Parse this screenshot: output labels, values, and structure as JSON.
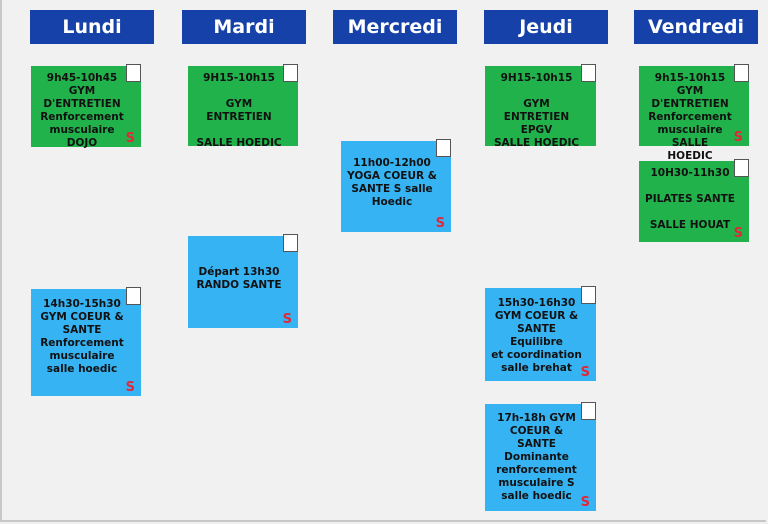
{
  "days": {
    "lundi": "Lundi",
    "mardi": "Mardi",
    "mercredi": "Mercredi",
    "jeudi": "Jeudi",
    "vendredi": "Vendredi"
  },
  "colors": {
    "header": "#1541a8",
    "green_card": "#21b24c",
    "blue_card": "#36b3f3",
    "s_mark": "#e0283a"
  },
  "cards": {
    "lundi_1": {
      "text": "9h45-10h45\nGYM D'ENTRETIEN\nRenforcement\nmusculaire\nDOJO",
      "mark": "S"
    },
    "lundi_2": {
      "text": "14h30-15h30\nGYM COEUR &\nSANTE\nRenforcement\nmusculaire\nsalle hoedic",
      "mark": "S"
    },
    "mardi_1": {
      "text": "9H15-10h15\n\nGYM ENTRETIEN\n\nSALLE HOEDIC",
      "mark": ""
    },
    "mardi_2": {
      "text": "Départ 13h30\nRANDO SANTE",
      "mark": "S"
    },
    "mercredi_1": {
      "text": "11h00-12h00\nYOGA COEUR &\nSANTE S salle\nHoedic",
      "mark": "S"
    },
    "jeudi_1": {
      "text": "9H15-10h15\n\nGYM ENTRETIEN\nEPGV\nSALLE HOEDIC",
      "mark": ""
    },
    "jeudi_2": {
      "text": "15h30-16h30\nGYM COEUR &\nSANTE Equilibre\net coordination\nsalle brehat",
      "mark": "S"
    },
    "jeudi_3": {
      "text": "17h-18h GYM\nCOEUR & SANTE\nDominante\nrenforcement\nmusculaire S\nsalle hoedic",
      "mark": "S"
    },
    "vendredi_1": {
      "text": "9h15-10h15\nGYM D'ENTRETIEN\nRenforcement\nmusculaire SALLE\nHOEDIC",
      "mark": "S"
    },
    "vendredi_2": {
      "text": "10H30-11h30\n\nPILATES SANTE\n\nSALLE HOUAT",
      "mark": "S"
    }
  }
}
